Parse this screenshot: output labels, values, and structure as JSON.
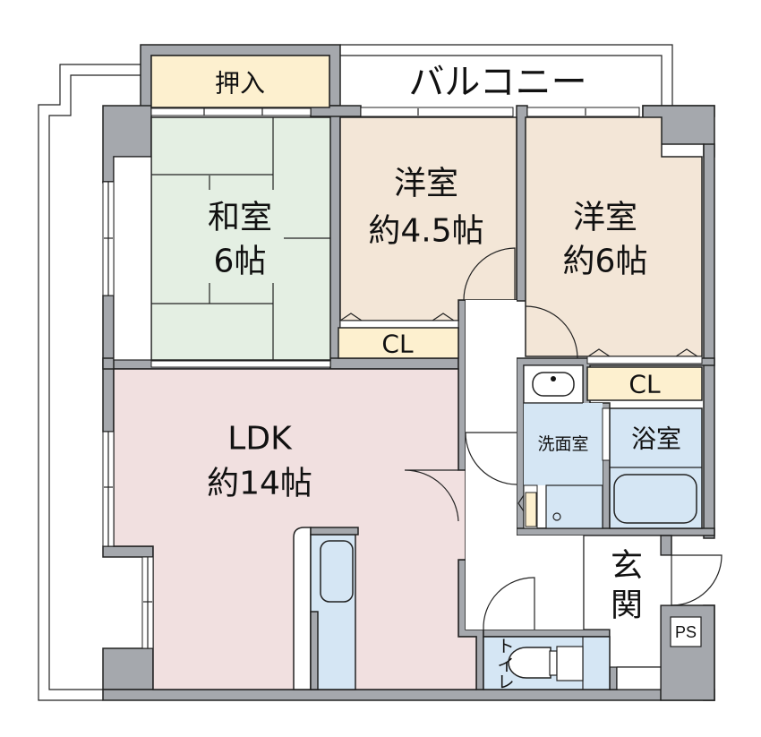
{
  "floorplan": {
    "rooms": {
      "oshiire": {
        "label": "押入",
        "color": "#fdf0cf"
      },
      "balcony": {
        "label": "バルコニー",
        "color": "#ffffff"
      },
      "washitsu": {
        "label_line1": "和室",
        "label_line2": "6帖",
        "color": "#e4efe3"
      },
      "youshitsu_a": {
        "label_line1": "洋室",
        "label_line2": "約4.5帖",
        "color": "#f3e6d7"
      },
      "youshitsu_b": {
        "label_line1": "洋室",
        "label_line2": "約6帖",
        "color": "#f3e6d7"
      },
      "closet_a": {
        "label": "CL",
        "color": "#fdf0cf"
      },
      "closet_b": {
        "label": "CL",
        "color": "#fdf0cf"
      },
      "ldk": {
        "label_line1": "LDK",
        "label_line2": "約14帖",
        "color": "#f1e0e0"
      },
      "senmenjo": {
        "label": "洗面室",
        "color": "#d5e6f4"
      },
      "yokushitsu": {
        "label": "浴室",
        "color": "#d5e6f4"
      },
      "genkan": {
        "label_line1": "玄",
        "label_line2": "関",
        "color": "#ffffff"
      },
      "toilet": {
        "label": "トイレ",
        "label_chars": [
          "ト",
          "イ",
          "レ"
        ],
        "color": "#d5e6f4"
      },
      "ps": {
        "label": "PS"
      }
    },
    "colors": {
      "wall": "#a5a8ad",
      "line": "#222222",
      "water": "#d5e6f4"
    }
  }
}
